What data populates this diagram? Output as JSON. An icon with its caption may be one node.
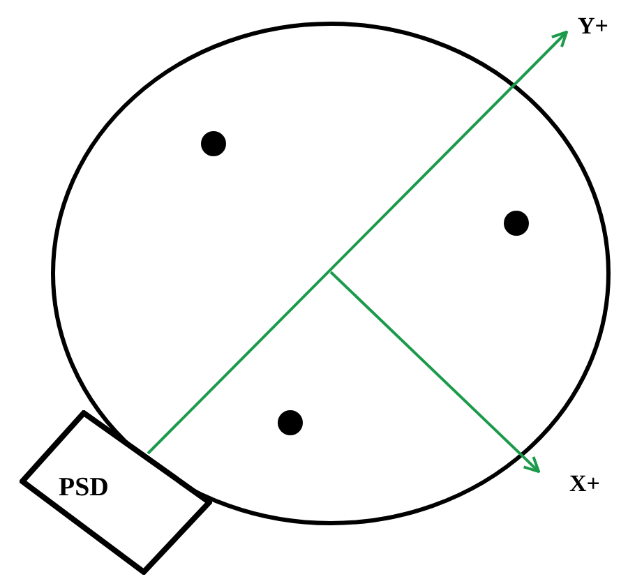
{
  "diagram": {
    "nodes": [
      {
        "text": [
          "PSD"
        ]
      }
    ],
    "labels": [
      "Y+",
      "X+"
    ]
  }
}
